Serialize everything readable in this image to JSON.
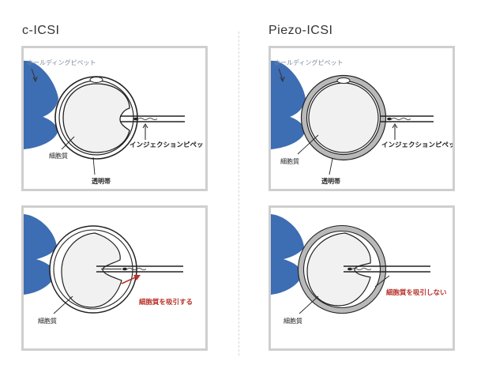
{
  "columns": {
    "left_title": "c-ICSI",
    "right_title": "Piezo-ICSI"
  },
  "labels": {
    "holding_pipette": "ホールディングピペット",
    "injection_pipette": "インジェクションピペット",
    "cytoplasm": "細胞質",
    "zona_pellucida": "透明帯",
    "aspirate": "細胞質を吸引する",
    "no_aspirate": "細胞質を吸引しない"
  },
  "colors": {
    "holding_blue": "#3d6db3",
    "zona_grey": "#b9b9b9",
    "egg_fill": "#f1f1f1",
    "arrow_red": "#b8322a",
    "label_grey": "#7a8a9a",
    "text_dark": "#222222"
  }
}
